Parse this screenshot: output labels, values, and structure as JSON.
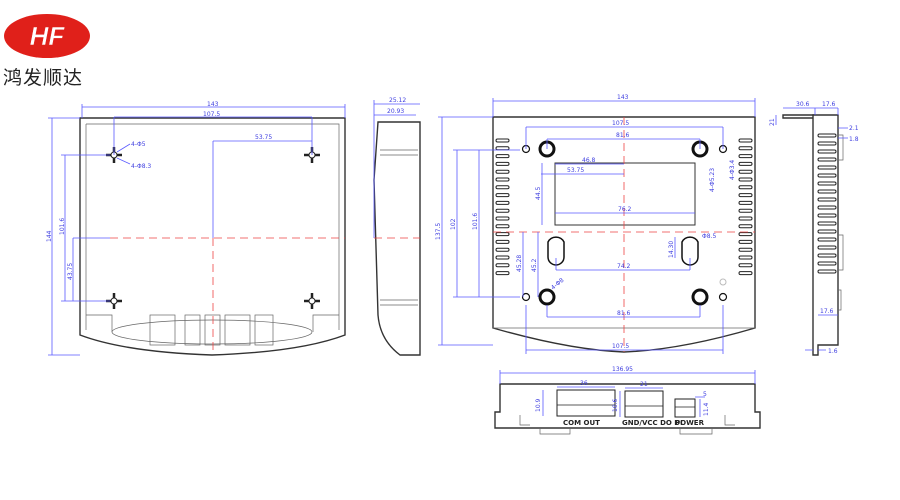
{
  "brand": {
    "logo_text": "HF",
    "company_name": "鸿发顺达",
    "accent_color": "#e0201a"
  },
  "front_view": {
    "width": "143",
    "hole_span": "107.5",
    "half_span": "53.75",
    "height": "144",
    "hole_vspan": "101.6",
    "lower_offset": "43.75",
    "hole_note_1": "4-Φ5",
    "hole_note_2": "4-Φ8.3"
  },
  "side_view": {
    "depth_outer": "25.12",
    "depth_inner": "20.93"
  },
  "back_view": {
    "width": "143",
    "top_span": "107.5",
    "inner_span": "81.6",
    "rect_offset": "46.8",
    "rect_half": "53.75",
    "rect_height": "44.5",
    "rect_width": "76.2",
    "height": "137.5",
    "hole_vspan": "102",
    "inner_vspan": "101.6",
    "keyhole_span": "74.2",
    "keyhole_h1": "45.28",
    "keyhole_h2": "45.2",
    "keyhole_d": "Φ8.5",
    "keyhole_slot": "14.30",
    "screw_note": "4-Φ8",
    "hole_note_1": "4-Φ5.23",
    "hole_note_2": "4-Φ3.4",
    "bottom_inner": "81.6",
    "bottom_span": "107.5"
  },
  "right_view": {
    "depth": "30.6",
    "inner": "17.6",
    "lip": "21",
    "t1": "2.1",
    "t2": "1.8",
    "bottom_inner": "17.6",
    "wall": "1.6"
  },
  "bottom_view": {
    "width": "136.95",
    "port1_width": "36",
    "port1_height": "10.9",
    "port1_label": "COM OUT",
    "port2_width": "21",
    "port2_height": "10.6",
    "port2_label": "GND/VCC DO DI",
    "port3_width": "5",
    "port3_height": "11.4",
    "port3_label": "POWER"
  }
}
